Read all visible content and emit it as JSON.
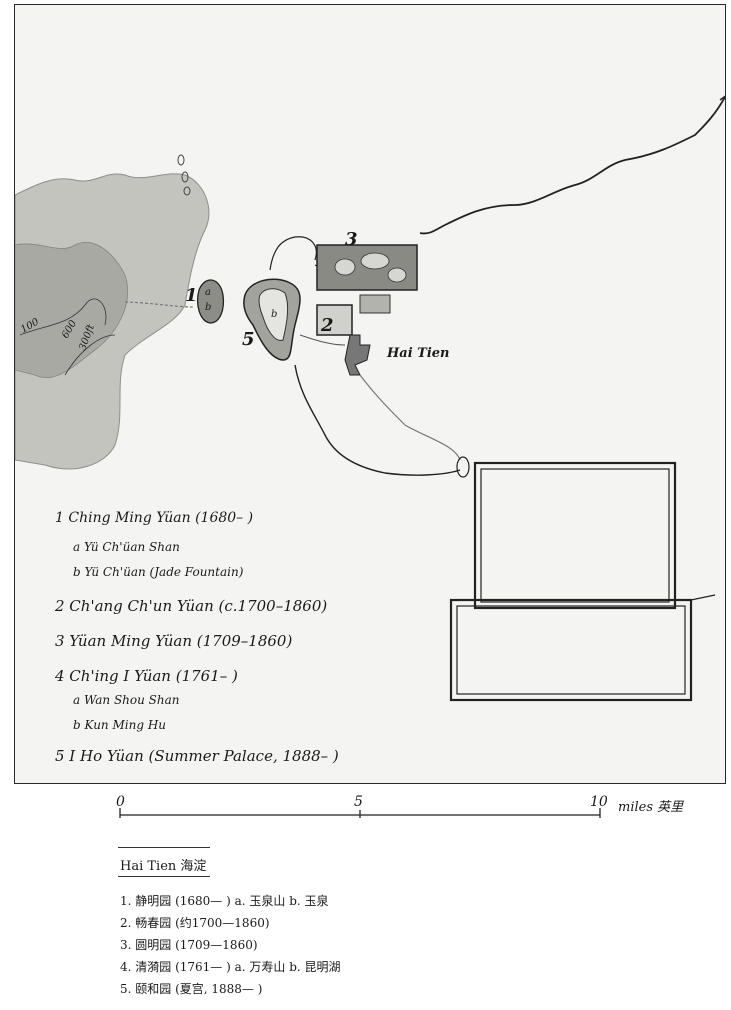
{
  "map": {
    "site_numbers": [
      "1",
      "2",
      "3",
      "5"
    ],
    "site_letters": [
      "a",
      "b",
      "b"
    ],
    "town_label": "Hai Tien",
    "contour_labels": [
      "100",
      "600",
      "300ft"
    ]
  },
  "legend": {
    "items": [
      {
        "text": "1 Ching Ming Yüan (1680–  )"
      },
      {
        "text": "a Yü Ch'üan Shan",
        "sub": true
      },
      {
        "text": "b Yü Ch'üan (Jade Fountain)",
        "sub": true
      },
      {
        "text": "2 Ch'ang Ch'un Yüan (c.1700–1860)",
        "big": true
      },
      {
        "text": "3 Yüan Ming Yüan (1709–1860)",
        "big": true
      },
      {
        "text": "4 Ch'ing I Yüan (1761–  )",
        "big": true
      },
      {
        "text": "a Wan Shou Shan",
        "sub": true
      },
      {
        "text": "b Kun Ming Hu",
        "sub": true
      },
      {
        "text": "5 I Ho Yüan (Summer Palace, 1888–  )",
        "big": true
      }
    ]
  },
  "scale": {
    "zero": "0",
    "five": "5",
    "ten": "10",
    "unit": "miles 英里"
  },
  "caption": {
    "title": "Hai Tien 海淀",
    "lines": [
      "1. 静明园 (1680—  ) a. 玉泉山   b. 玉泉",
      "2. 畅春园 (约1700—1860)",
      "3. 圆明园 (1709—1860)",
      "4. 清漪园 (1761—  ) a. 万寿山   b. 昆明湖",
      "5. 颐和园 (夏宫, 1888—  )"
    ]
  },
  "colors": {
    "ink": "#1a1a1a",
    "paper": "#f4f4f2",
    "hills": "#bdbdb8",
    "hills_dark": "#9a9a95"
  }
}
